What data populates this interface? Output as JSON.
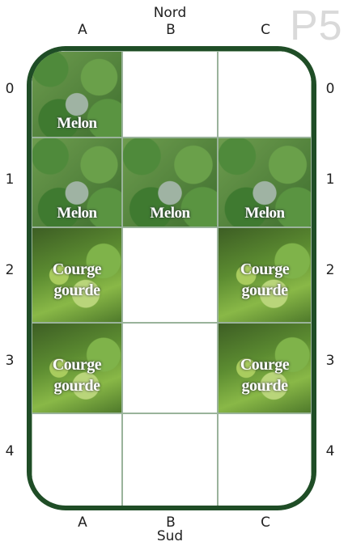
{
  "plot_id": "P5",
  "orientation": {
    "north": "Nord",
    "south": "Sud"
  },
  "columns": [
    "A",
    "B",
    "C"
  ],
  "rows": [
    "0",
    "1",
    "2",
    "3",
    "4"
  ],
  "cells": [
    {
      "id": "A0",
      "crop": "Melon",
      "line2": ""
    },
    {
      "id": "B0",
      "crop": "",
      "line2": ""
    },
    {
      "id": "C0",
      "crop": "",
      "line2": ""
    },
    {
      "id": "A1",
      "crop": "Melon",
      "line2": ""
    },
    {
      "id": "B1",
      "crop": "Melon",
      "line2": ""
    },
    {
      "id": "C1",
      "crop": "Melon",
      "line2": ""
    },
    {
      "id": "A2",
      "crop": "Courge",
      "line2": "gourde"
    },
    {
      "id": "B2",
      "crop": "",
      "line2": ""
    },
    {
      "id": "C2",
      "crop": "Courge",
      "line2": "gourde"
    },
    {
      "id": "A3",
      "crop": "Courge",
      "line2": "gourde"
    },
    {
      "id": "B3",
      "crop": "",
      "line2": ""
    },
    {
      "id": "C3",
      "crop": "Courge",
      "line2": "gourde"
    },
    {
      "id": "A4",
      "crop": "",
      "line2": ""
    },
    {
      "id": "B4",
      "crop": "",
      "line2": ""
    },
    {
      "id": "C4",
      "crop": "",
      "line2": ""
    }
  ]
}
